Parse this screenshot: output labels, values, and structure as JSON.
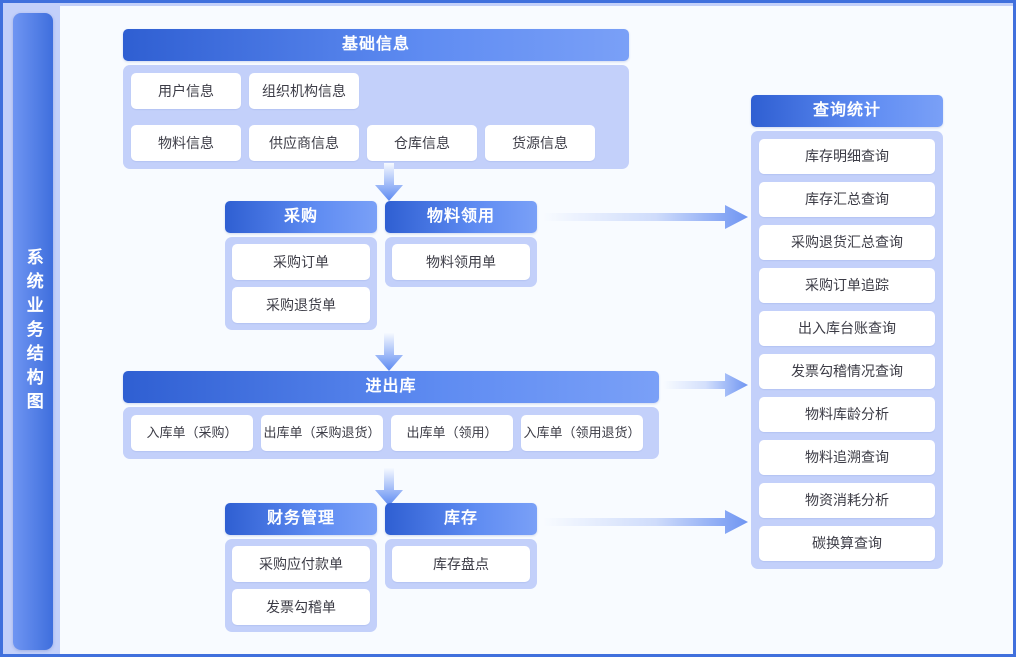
{
  "page": {
    "title_vertical": "系统业务结构图",
    "accent_dark": "#2f5fd2",
    "accent_light": "#7aa0f7",
    "card_body_bg": "#c3d0fa",
    "panel_bg": "#f8fbff",
    "border_color": "#4070dd"
  },
  "cards": {
    "basic": {
      "title": "基础信息",
      "items": [
        "用户信息",
        "组织机构信息",
        "物料信息",
        "供应商信息",
        "仓库信息",
        "货源信息"
      ]
    },
    "purchase": {
      "title": "采购",
      "items": [
        "采购订单",
        "采购退货单"
      ]
    },
    "requisition": {
      "title": "物料领用",
      "items": [
        "物料领用单"
      ]
    },
    "inout": {
      "title": "进出库",
      "items": [
        "入库单（采购）",
        "出库单（采购退货）",
        "出库单（领用）",
        "入库单（领用退货）"
      ]
    },
    "finance": {
      "title": "财务管理",
      "items": [
        "采购应付款单",
        "发票勾稽单"
      ]
    },
    "inventory": {
      "title": "库存",
      "items": [
        "库存盘点"
      ]
    },
    "query": {
      "title": "查询统计",
      "items": [
        "库存明细查询",
        "库存汇总查询",
        "采购退货汇总查询",
        "采购订单追踪",
        "出入库台账查询",
        "发票勾稽情况查询",
        "物料库龄分析",
        "物料追溯查询",
        "物资消耗分析",
        "碳换算查询"
      ]
    }
  },
  "connectors": {
    "down_basic_to_purchase": "arrow-down",
    "down_purchase_to_inout": "arrow-down",
    "down_inout_to_finance": "arrow-down",
    "right_purchase_to_query": "arrow-right",
    "right_inout_to_query": "arrow-right",
    "right_finance_to_query": "arrow-right"
  }
}
